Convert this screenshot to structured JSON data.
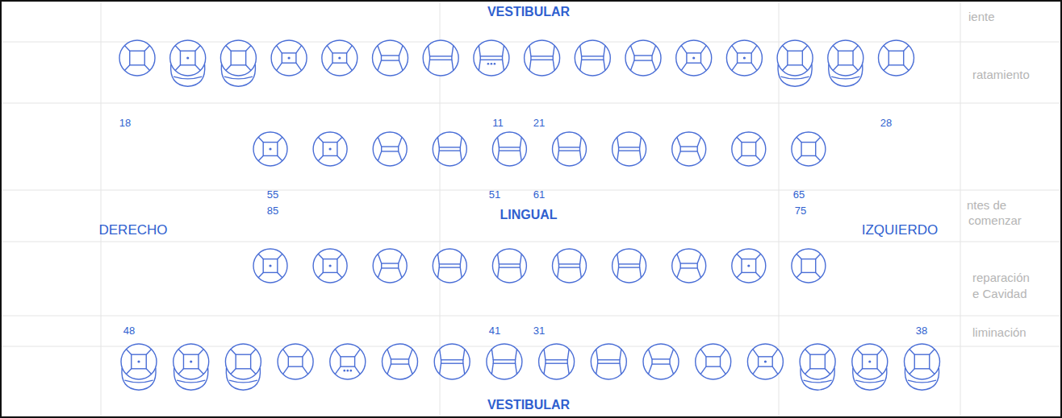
{
  "diagram": {
    "labels": [
      "VESTIBULAR",
      "iente",
      "ratamiento",
      "18",
      "11",
      "21",
      "28",
      "ntes de",
      "comenzar",
      "55",
      "51",
      "61",
      "65",
      "DERECHO",
      "85",
      "LINGUAL",
      "75",
      "IZQUIERDO",
      "reparación",
      "e Cavidad",
      "48",
      "41",
      "31",
      "38",
      "liminación",
      "VESTIBULAR"
    ]
  }
}
